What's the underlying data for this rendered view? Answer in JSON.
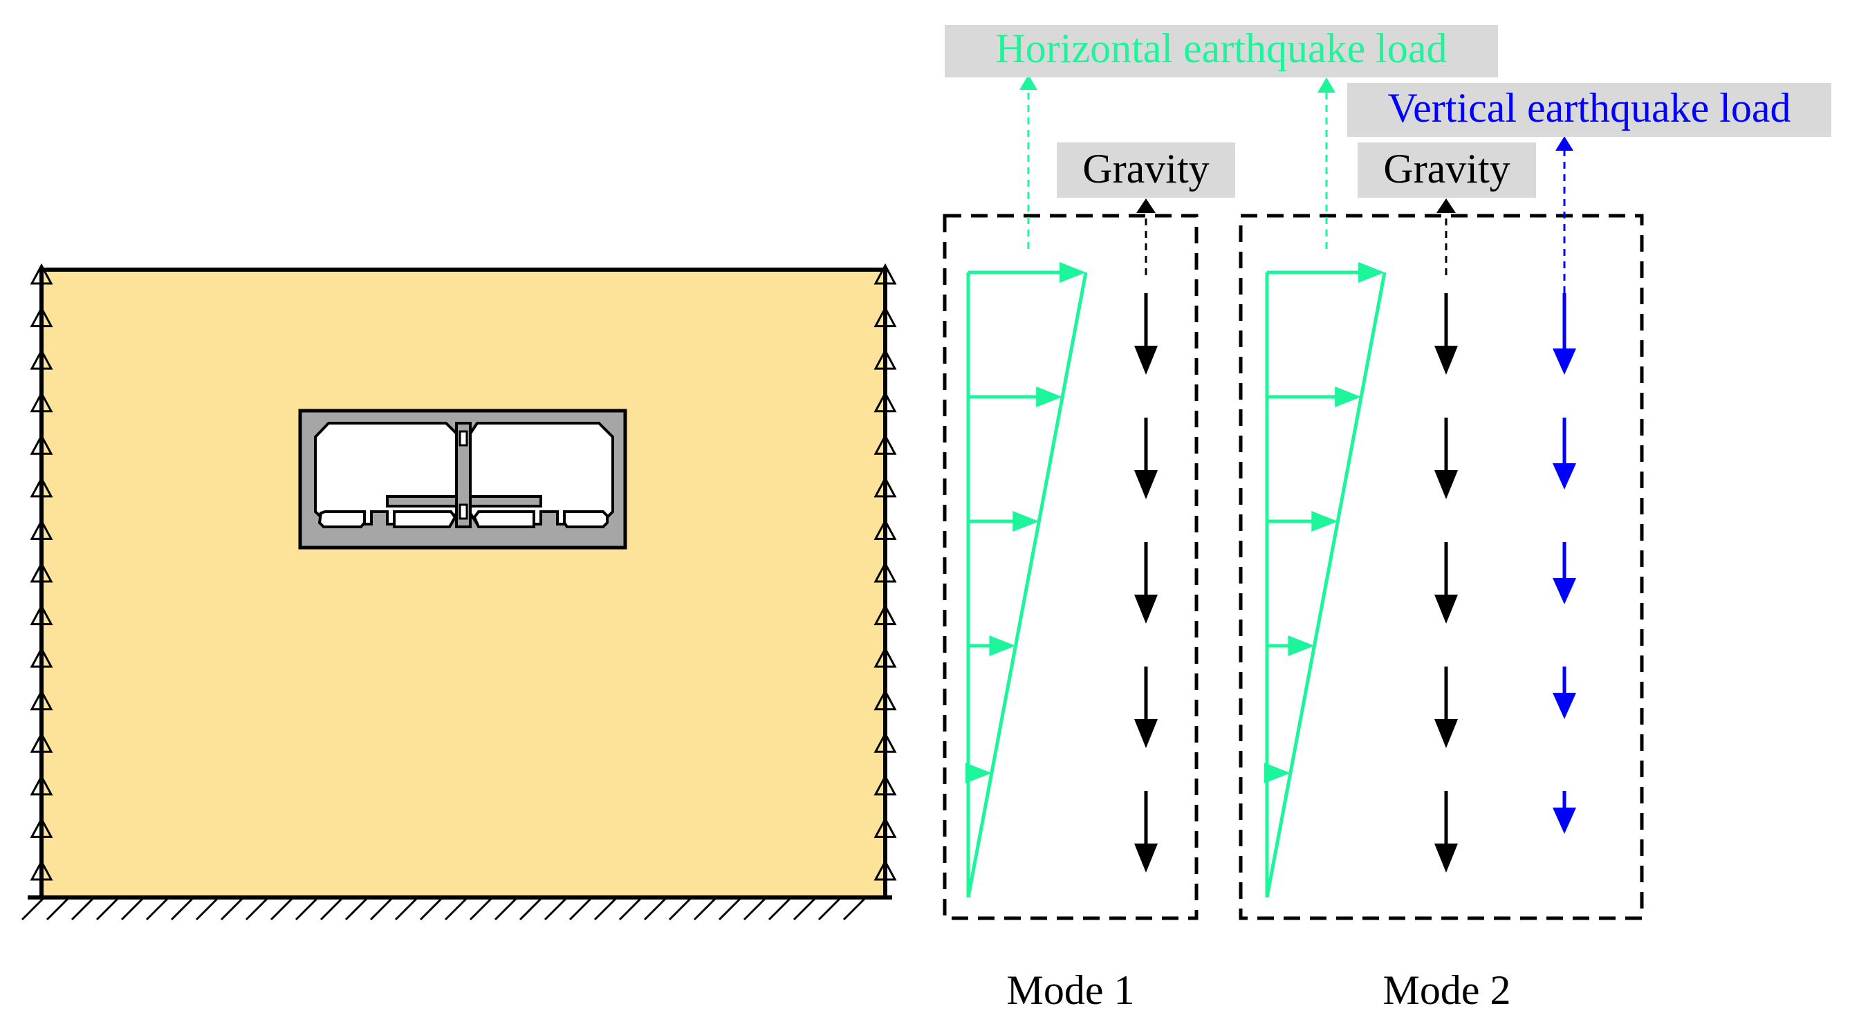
{
  "labels": {
    "horizontal_load": "Horizontal earthquake load",
    "vertical_load": "Vertical earthquake load",
    "gravity_mode1": "Gravity",
    "gravity_mode2": "Gravity",
    "mode1": "Mode 1",
    "mode2": "Mode 2"
  },
  "colors": {
    "soil": "#FDE39A",
    "structure": "#A6A6A6",
    "horizontal": "#1DF59A",
    "vertical": "#0000FF",
    "gravity": "#000000",
    "label_bg": "#D9D9D9"
  },
  "icons": {
    "roller_support": "roller-support-icon",
    "fixed_base": "fixed-base-hatch-icon"
  }
}
